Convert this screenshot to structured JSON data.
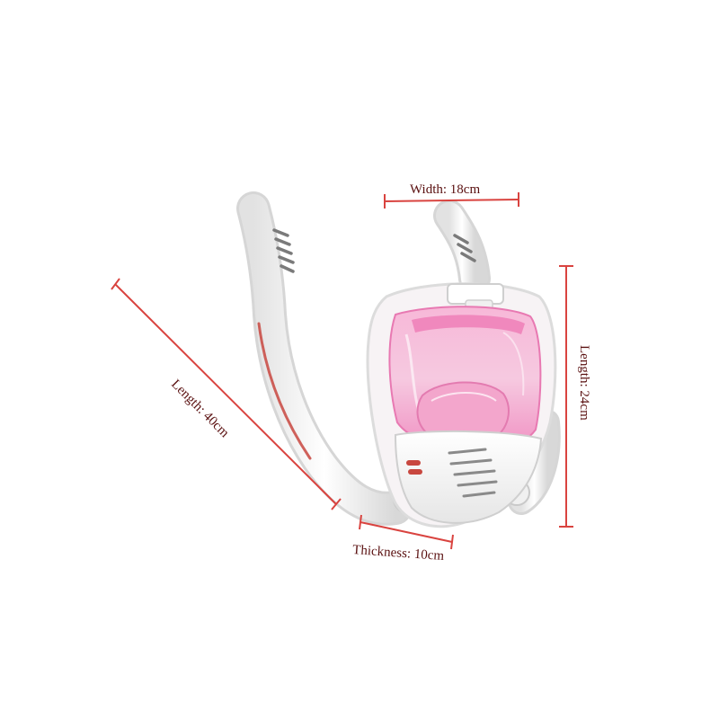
{
  "dimensions": {
    "width": "Width: 18cm",
    "length_mask": "Length: 24cm",
    "length_tube": "Length: 40cm",
    "thickness": "Thickness: 10cm"
  },
  "colors": {
    "dimension_line": "#d9433f",
    "label_text": "#5a1010",
    "mask_frame": "#f4f4f4",
    "lens_pink": "#f08cbf",
    "breather_pink": "#f2a9cd",
    "accent_orange": "#d88a3a"
  },
  "product": {
    "name_icon": "full-face-snorkel-mask-icon"
  }
}
